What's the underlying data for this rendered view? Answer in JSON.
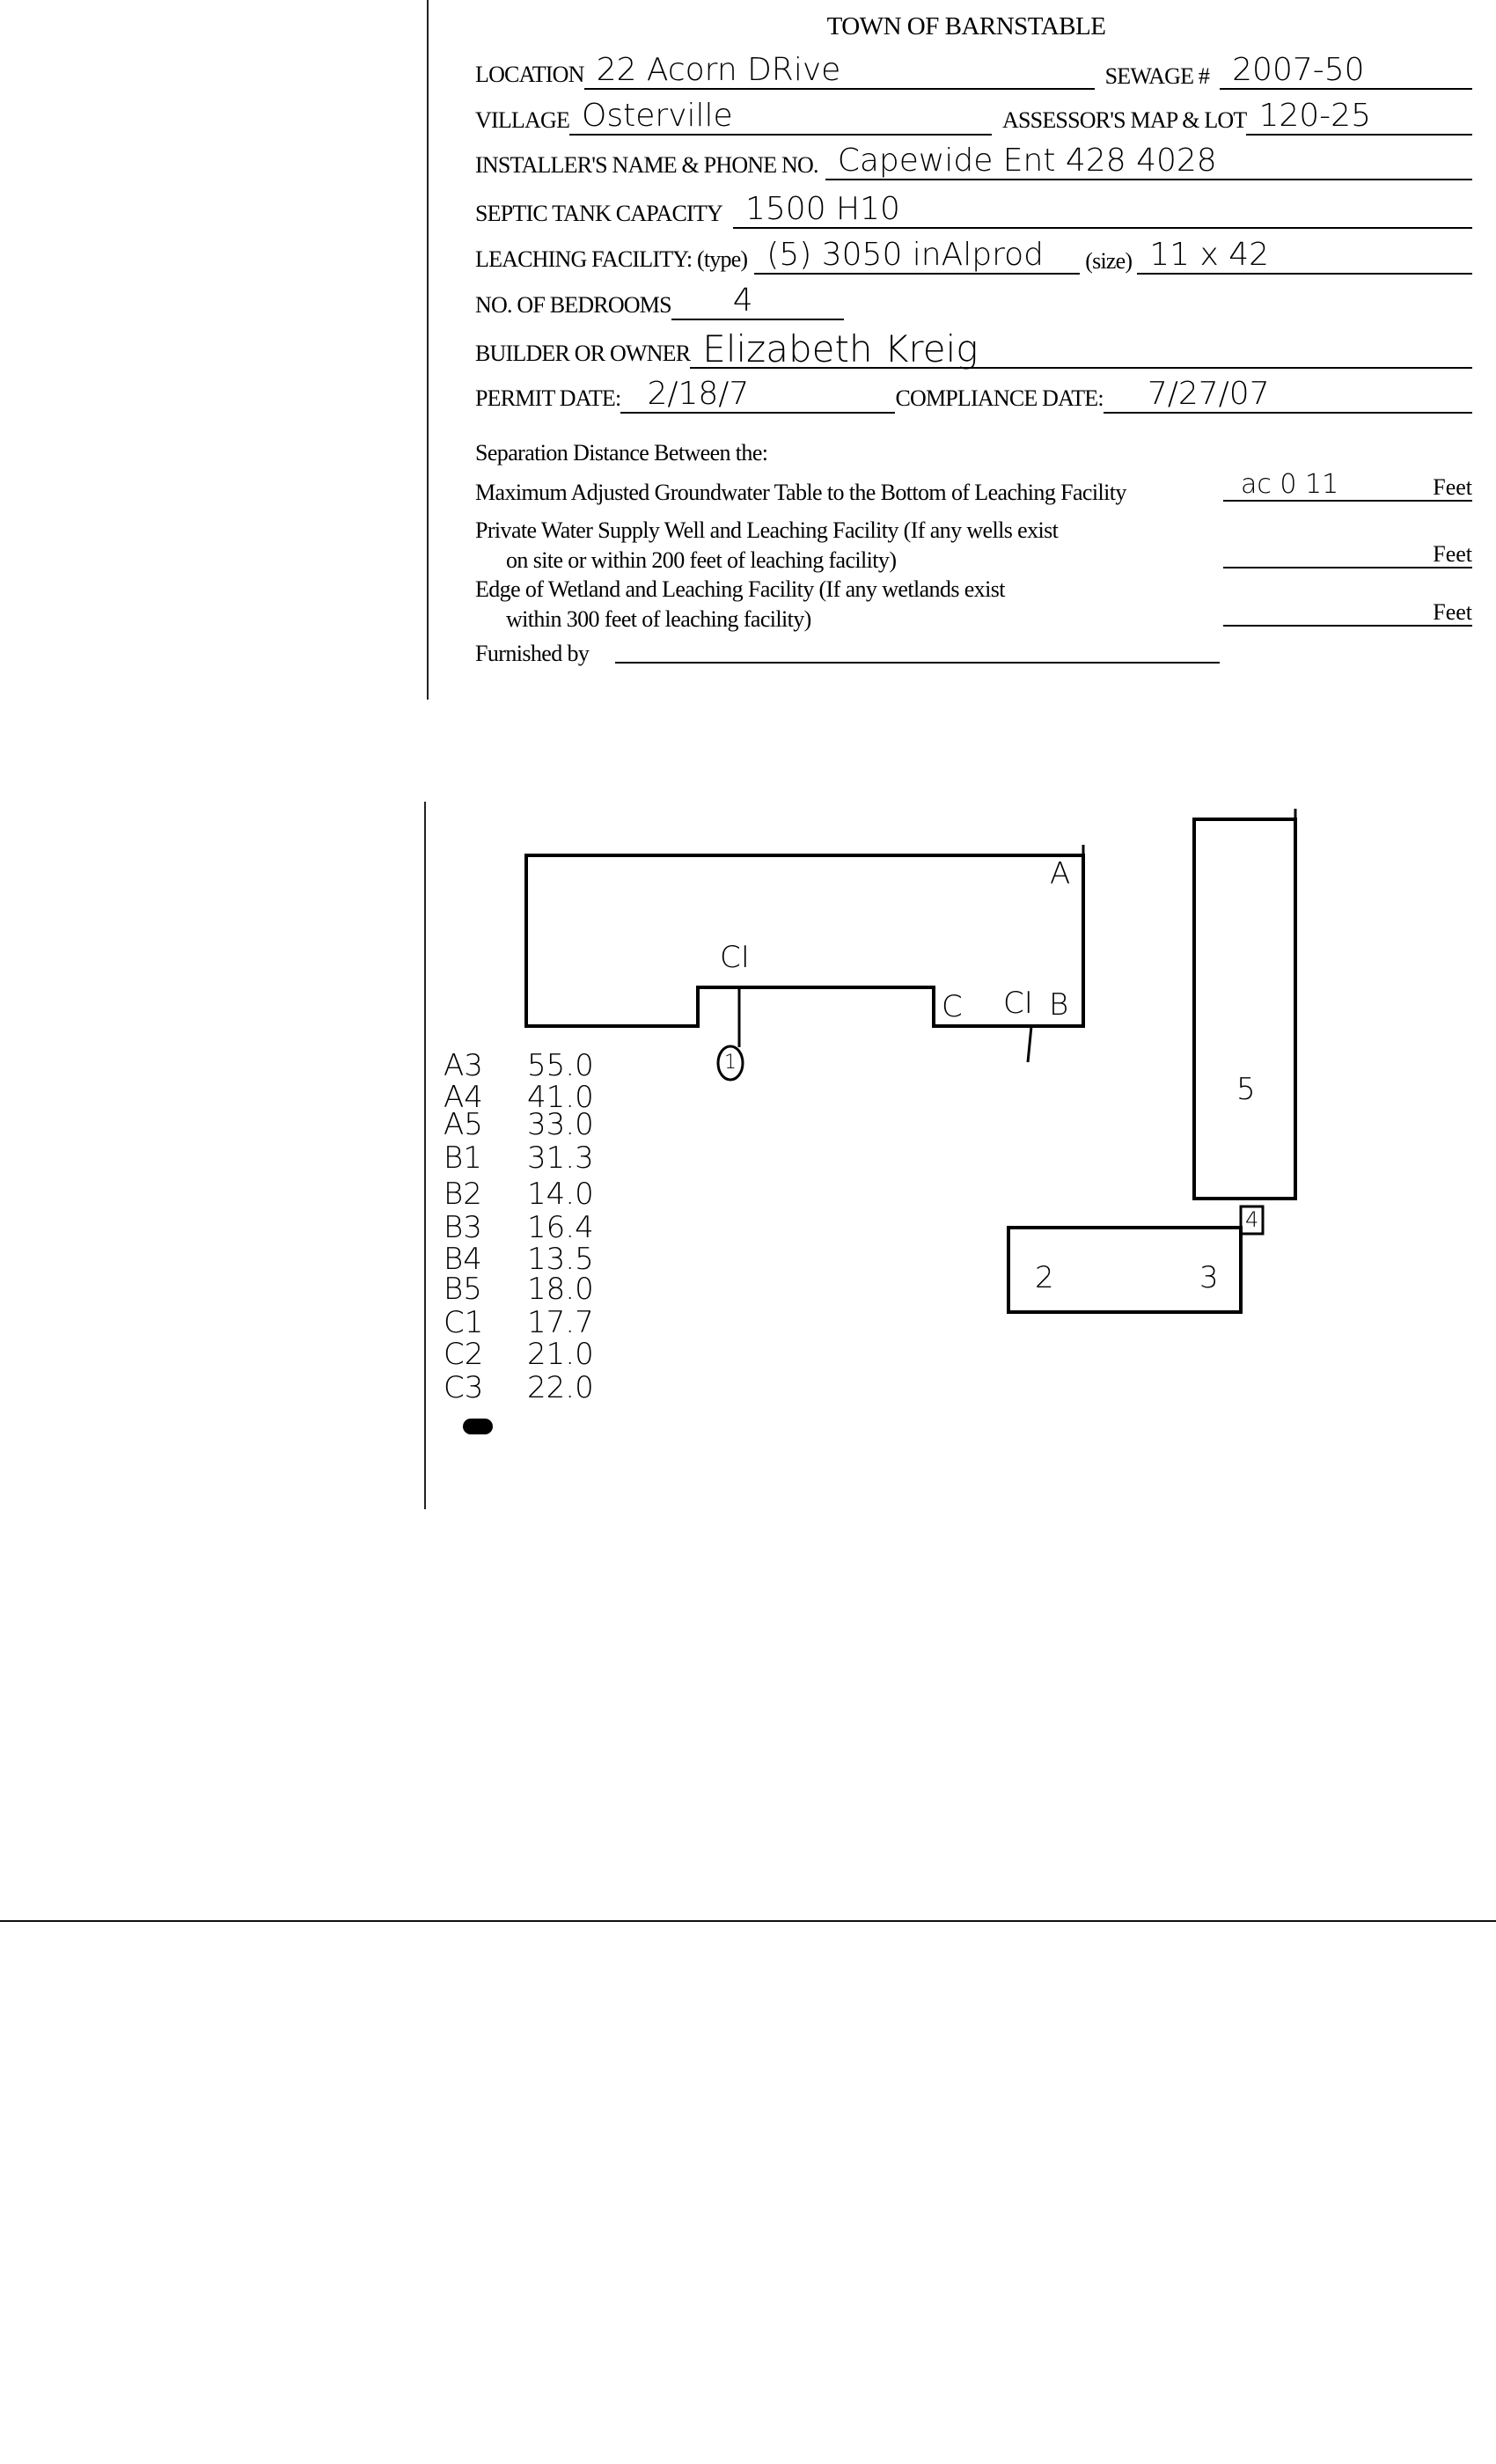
{
  "form": {
    "title": "TOWN OF BARNSTABLE",
    "location": {
      "label": "LOCATION",
      "value": "22 Acorn  DRive"
    },
    "sewage": {
      "label": "SEWAGE #",
      "value": "2007-50"
    },
    "village": {
      "label": "VILLAGE",
      "value": "Osterville"
    },
    "map_lot": {
      "label": "ASSESSOR'S MAP & LOT",
      "value": "120-25"
    },
    "installer": {
      "label": "INSTALLER'S NAME & PHONE NO.",
      "value": "Capewide Ent  428 4028"
    },
    "tank": {
      "label": "SEPTIC TANK CAPACITY",
      "value": "1500 H10"
    },
    "leaching": {
      "label": "LEACHING FACILITY: (type)",
      "value": "(5) 3050 inAlprod",
      "size_label": "(size)",
      "size_value": "11 x 42"
    },
    "bedrooms": {
      "label": "NO. OF BEDROOMS",
      "value": "4"
    },
    "owner": {
      "label": "BUILDER OR OWNER",
      "value": "Elizabeth Kreig"
    },
    "permit": {
      "label": "PERMIT DATE:",
      "value": "2/18/7"
    },
    "compliance": {
      "label": "COMPLIANCE DATE:",
      "value": "7/27/07"
    }
  },
  "separation": {
    "heading": "Separation Distance Between the:",
    "groundwater": {
      "text": "Maximum Adjusted Groundwater Table to the Bottom of Leaching Facility",
      "value": "ac 0  11",
      "unit": "Feet"
    },
    "well": {
      "line1": "Private Water Supply Well and Leaching Facility  (If any wells exist",
      "line2": "on site or within 200 feet of leaching facility)",
      "value": "",
      "unit": "Feet"
    },
    "wetland": {
      "line1": "Edge of Wetland and Leaching Facility (If any wetlands exist",
      "line2": "within 300 feet of leaching facility)",
      "value": "",
      "unit": "Feet"
    },
    "furnished_label": "Furnished by",
    "furnished_value": ""
  },
  "diagram": {
    "label_a": "A",
    "label_ci_top": "CI",
    "label_c": "C",
    "label_ci_right": "CI",
    "label_b": "B",
    "circle_1": "1",
    "label_2": "2",
    "label_3": "3",
    "label_4": "4",
    "label_5": "5"
  },
  "measurements": [
    {
      "point": "A3",
      "value": "55.0"
    },
    {
      "point": "A4",
      "value": "41.0"
    },
    {
      "point": "A5",
      "value": "33.0"
    },
    {
      "point": "B1",
      "value": "31.3"
    },
    {
      "point": "B2",
      "value": "14.0"
    },
    {
      "point": "B3",
      "value": "16.4"
    },
    {
      "point": "B4",
      "value": "13.5"
    },
    {
      "point": "B5",
      "value": "18.0"
    },
    {
      "point": "C1",
      "value": "17.7"
    },
    {
      "point": "C2",
      "value": "21.0"
    },
    {
      "point": "C3",
      "value": "22.0"
    }
  ]
}
